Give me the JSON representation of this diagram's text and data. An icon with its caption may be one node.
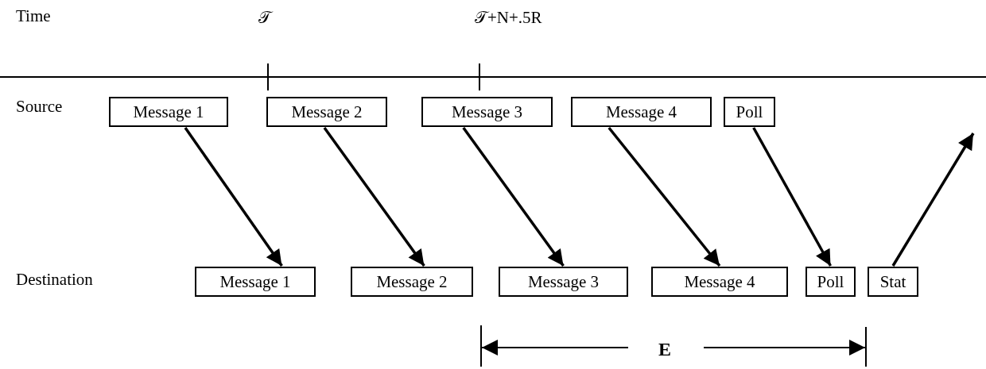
{
  "diagram": {
    "nodes": [
      {
        "text": [
          "Message 1"
        ]
      },
      {
        "text": [
          "Message 2"
        ]
      },
      {
        "text": [
          "Message 3"
        ]
      },
      {
        "text": [
          "Message 4"
        ]
      },
      {
        "text": [
          "Poll"
        ]
      },
      {
        "text": [
          "Message 1"
        ]
      },
      {
        "text": [
          "Message 2"
        ]
      },
      {
        "text": [
          "Message 3"
        ]
      },
      {
        "text": [
          "Message 4"
        ]
      },
      {
        "text": [
          "Poll"
        ]
      },
      {
        "text": [
          "Stat"
        ]
      }
    ],
    "edges": [
      {
        "from": 0,
        "to": 5,
        "arrow": "to"
      },
      {
        "from": 1,
        "to": 6,
        "arrow": "to"
      },
      {
        "from": 2,
        "to": 7,
        "arrow": "to"
      },
      {
        "from": 3,
        "to": 8,
        "arrow": "to"
      },
      {
        "from": 4,
        "to": 9,
        "arrow": "to"
      },
      {
        "from": 10,
        "to": null,
        "arrow": "to"
      }
    ],
    "labels": [
      "Time",
      "𝒯",
      "𝒯+N+.5R",
      "Source",
      "Destination",
      "E"
    ]
  }
}
